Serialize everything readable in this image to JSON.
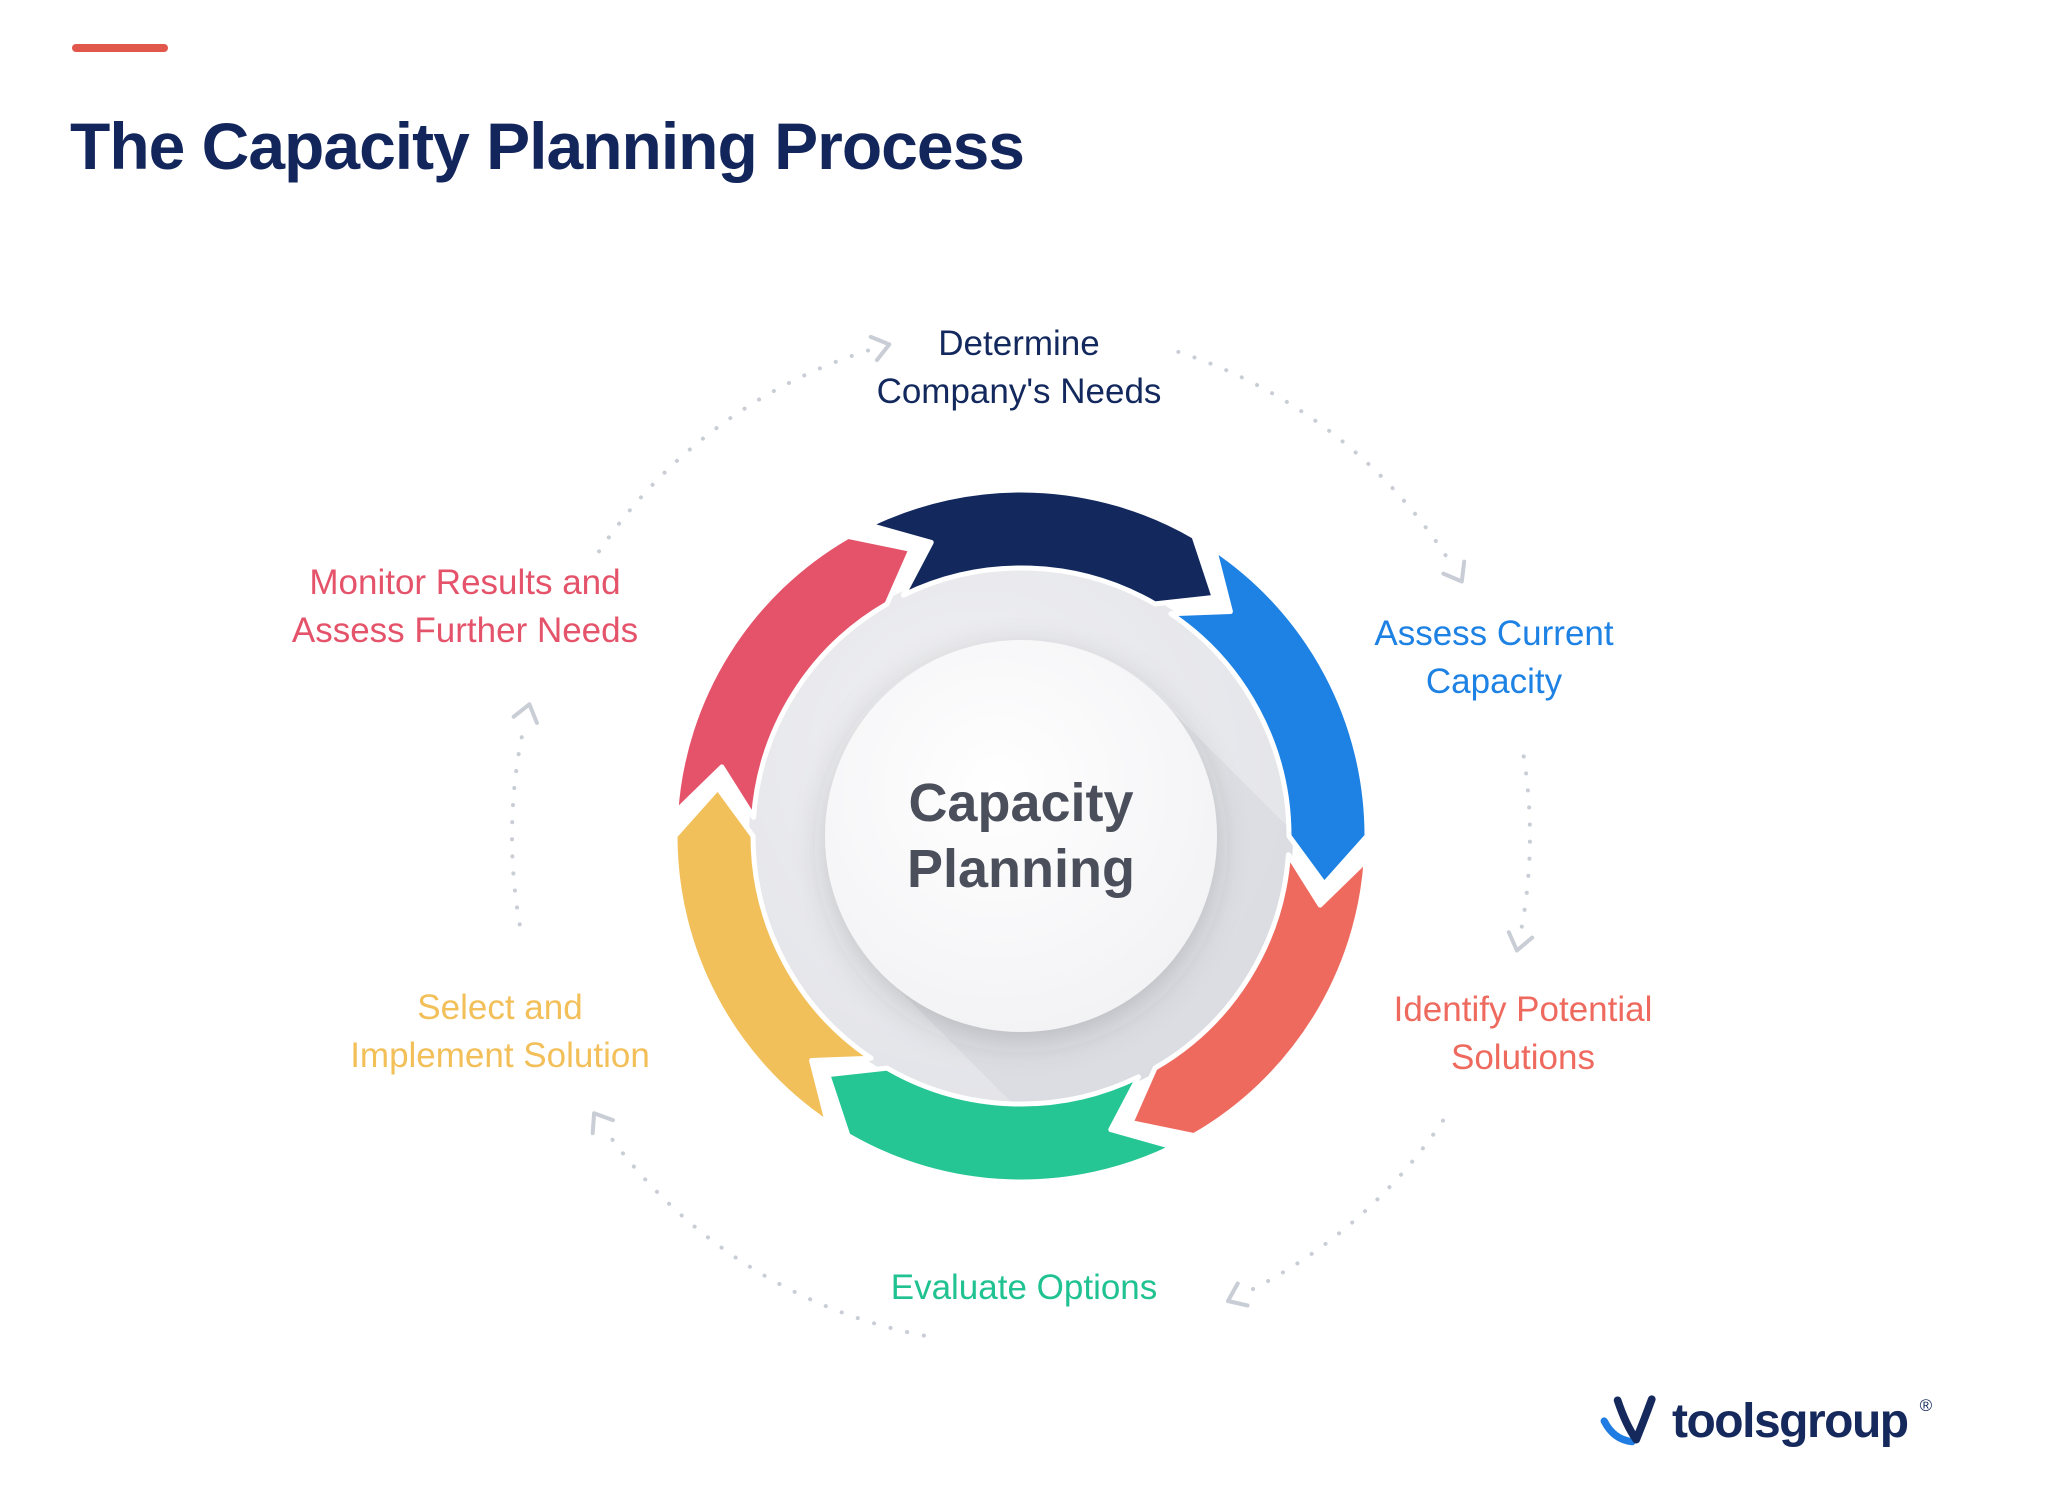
{
  "page": {
    "title": "The Capacity Planning Process",
    "title_color": "#13265c",
    "accent_color": "#e2574c"
  },
  "diagram": {
    "center_label": {
      "line1": "Capacity",
      "line2": "Planning"
    },
    "dotted_color": "#c9cdd5",
    "steps": [
      {
        "name": "determine-companys-needs",
        "line1": "Determine",
        "line2": "Company's Needs",
        "color": "#13295e"
      },
      {
        "name": "assess-current-capacity",
        "line1": "Assess Current",
        "line2": "Capacity",
        "color": "#1d82e4"
      },
      {
        "name": "identify-potential-solutions",
        "line1": "Identify Potential",
        "line2": "Solutions",
        "color": "#ef6a5e"
      },
      {
        "name": "evaluate-options",
        "line1": "Evaluate Options",
        "line2": "",
        "color": "#25c694"
      },
      {
        "name": "select-and-implement-solution",
        "line1": "Select and",
        "line2": "Implement Solution",
        "color": "#f2c05a"
      },
      {
        "name": "monitor-results-assess-needs",
        "line1": "Monitor Results and",
        "line2": "Assess Further Needs",
        "color": "#e4536a"
      }
    ]
  },
  "logo": {
    "text": "toolsgroup",
    "reg": "®"
  }
}
